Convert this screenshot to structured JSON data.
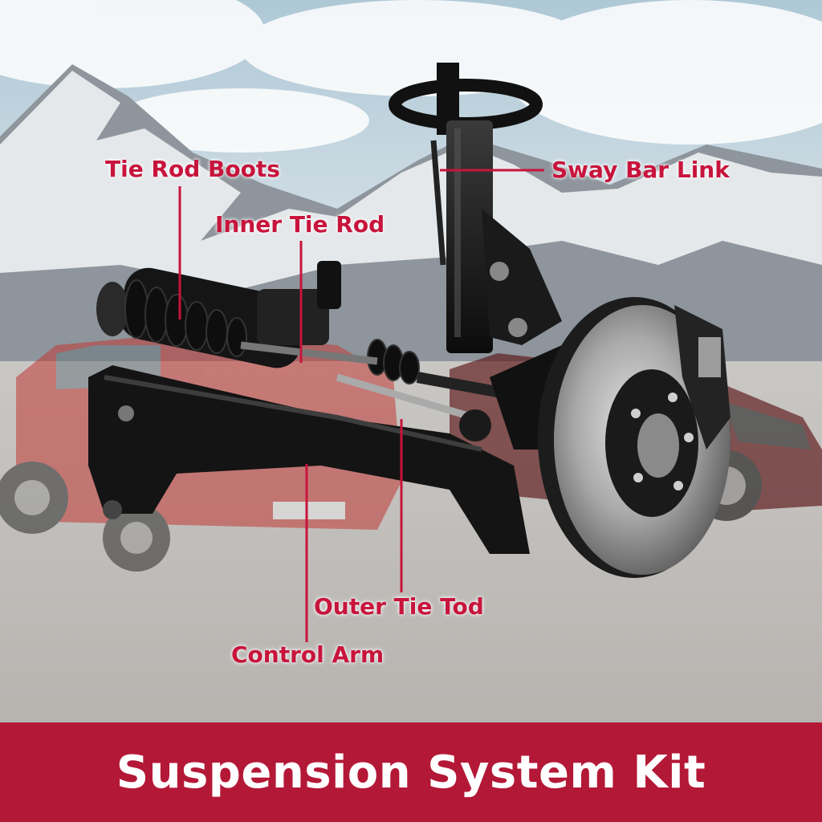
{
  "labels": {
    "tie_rod_boots": "Tie Rod Boots",
    "inner_tie_rod": "Inner Tie Rod",
    "sway_bar_link": "Sway Bar Link",
    "outer_tie_rod": "Outer Tie Tod",
    "control_arm": "Control Arm"
  },
  "banner": {
    "title": "Suspension System Kit"
  },
  "colors": {
    "label": "#c8143c",
    "banner": "#b41837",
    "banner_text": "#ffffff",
    "leader_line": "#c8143c"
  }
}
